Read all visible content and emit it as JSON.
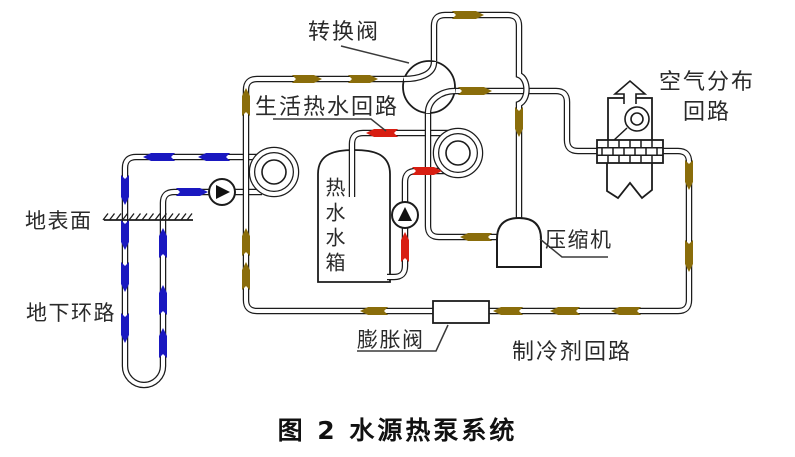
{
  "figure": {
    "caption": "图 2  水源热泵系统",
    "labels": {
      "conversion_valve": "转换阀",
      "dhw_loop": "生活热水回路",
      "air_distribution_loop": "空气分布\n回路",
      "hot_water_tank": "热水水箱",
      "compressor": "压缩机",
      "ground_surface": "地表面",
      "underground_loop": "地下环路",
      "expansion_valve": "膨胀阀",
      "refrigerant_loop": "制冷剂回路"
    },
    "colors": {
      "ground_water_flow": "#1a18c0",
      "hot_water_flow": "#d81e12",
      "refrigerant_flow": "#8a6d0b",
      "pipe_outline": "#1c1c1c"
    },
    "symbols": {
      "pump_icon": "circle with solid flow triangle",
      "reversing_valve_icon": "circle with two curved passages",
      "compressor_icon": "dome",
      "fan_icon": "circle in air-handler box with up block-arrow",
      "ground_surface_icon": "hatched line",
      "heat_exchanger_icon": "spiral coil ring",
      "air_coil_icon": "brick-pattern bar with zigzag duct"
    }
  }
}
